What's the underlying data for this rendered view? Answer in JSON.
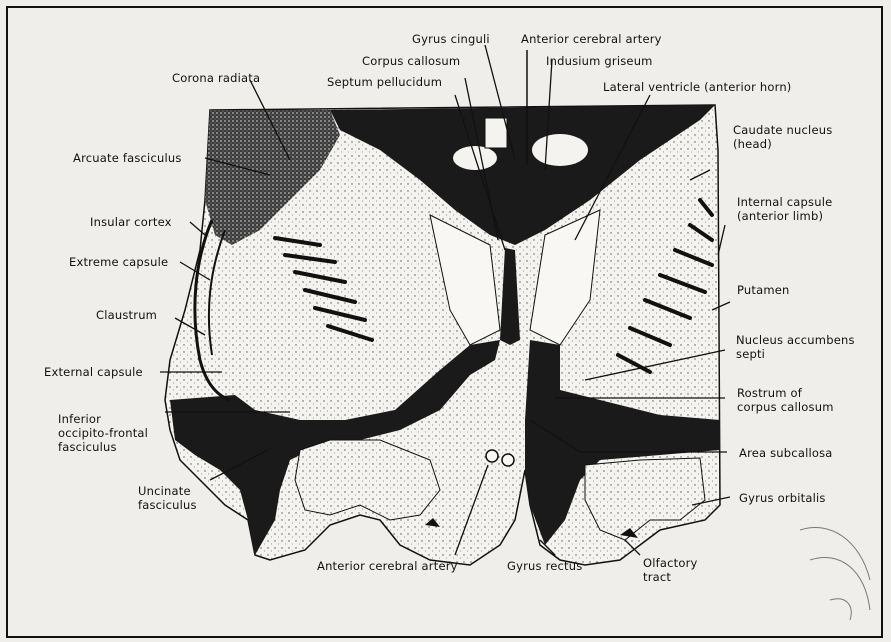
{
  "labels": {
    "gyrus_cinguli": "Gyrus cinguli",
    "anterior_cerebral_artery_top": "Anterior cerebral artery",
    "corpus_callosum": "Corpus callosum",
    "indusium_griseum": "Indusium griseum",
    "corona_radiata": "Corona radiata",
    "septum_pellucidum": "Septum pellucidum",
    "lateral_ventricle": "Lateral ventricle (anterior horn)",
    "arcuate_fasciculus": "Arcuate fasciculus",
    "caudate_nucleus": "Caudate nucleus",
    "caudate_nucleus_sub": "(head)",
    "insular_cortex": "Insular cortex",
    "internal_capsule": "Internal capsule",
    "internal_capsule_sub": "(anterior limb)",
    "extreme_capsule": "Extreme capsule",
    "putamen": "Putamen",
    "claustrum": "Claustrum",
    "nucleus_accumbens": "Nucleus accumbens",
    "nucleus_accumbens_sub": "septi",
    "external_capsule": "External capsule",
    "rostrum": "Rostrum of",
    "rostrum_sub": "corpus callosum",
    "inferior_fasc_1": "Inferior",
    "inferior_fasc_2": "occipito-frontal",
    "inferior_fasc_3": "fasciculus",
    "area_subcallosa": "Area subcallosa",
    "uncinate_1": "Uncinate",
    "uncinate_2": "fasciculus",
    "gyrus_orbitalis": "Gyrus orbitalis",
    "anterior_cerebral_artery_bottom": "Anterior cerebral artery",
    "gyrus_rectus": "Gyrus rectus",
    "olfactory_1": "Olfactory",
    "olfactory_2": "tract"
  },
  "colors": {
    "background": "#efeeea",
    "ink": "#111111",
    "tissue": "#f6f5f1",
    "white_matter": "#1a1a1a"
  }
}
